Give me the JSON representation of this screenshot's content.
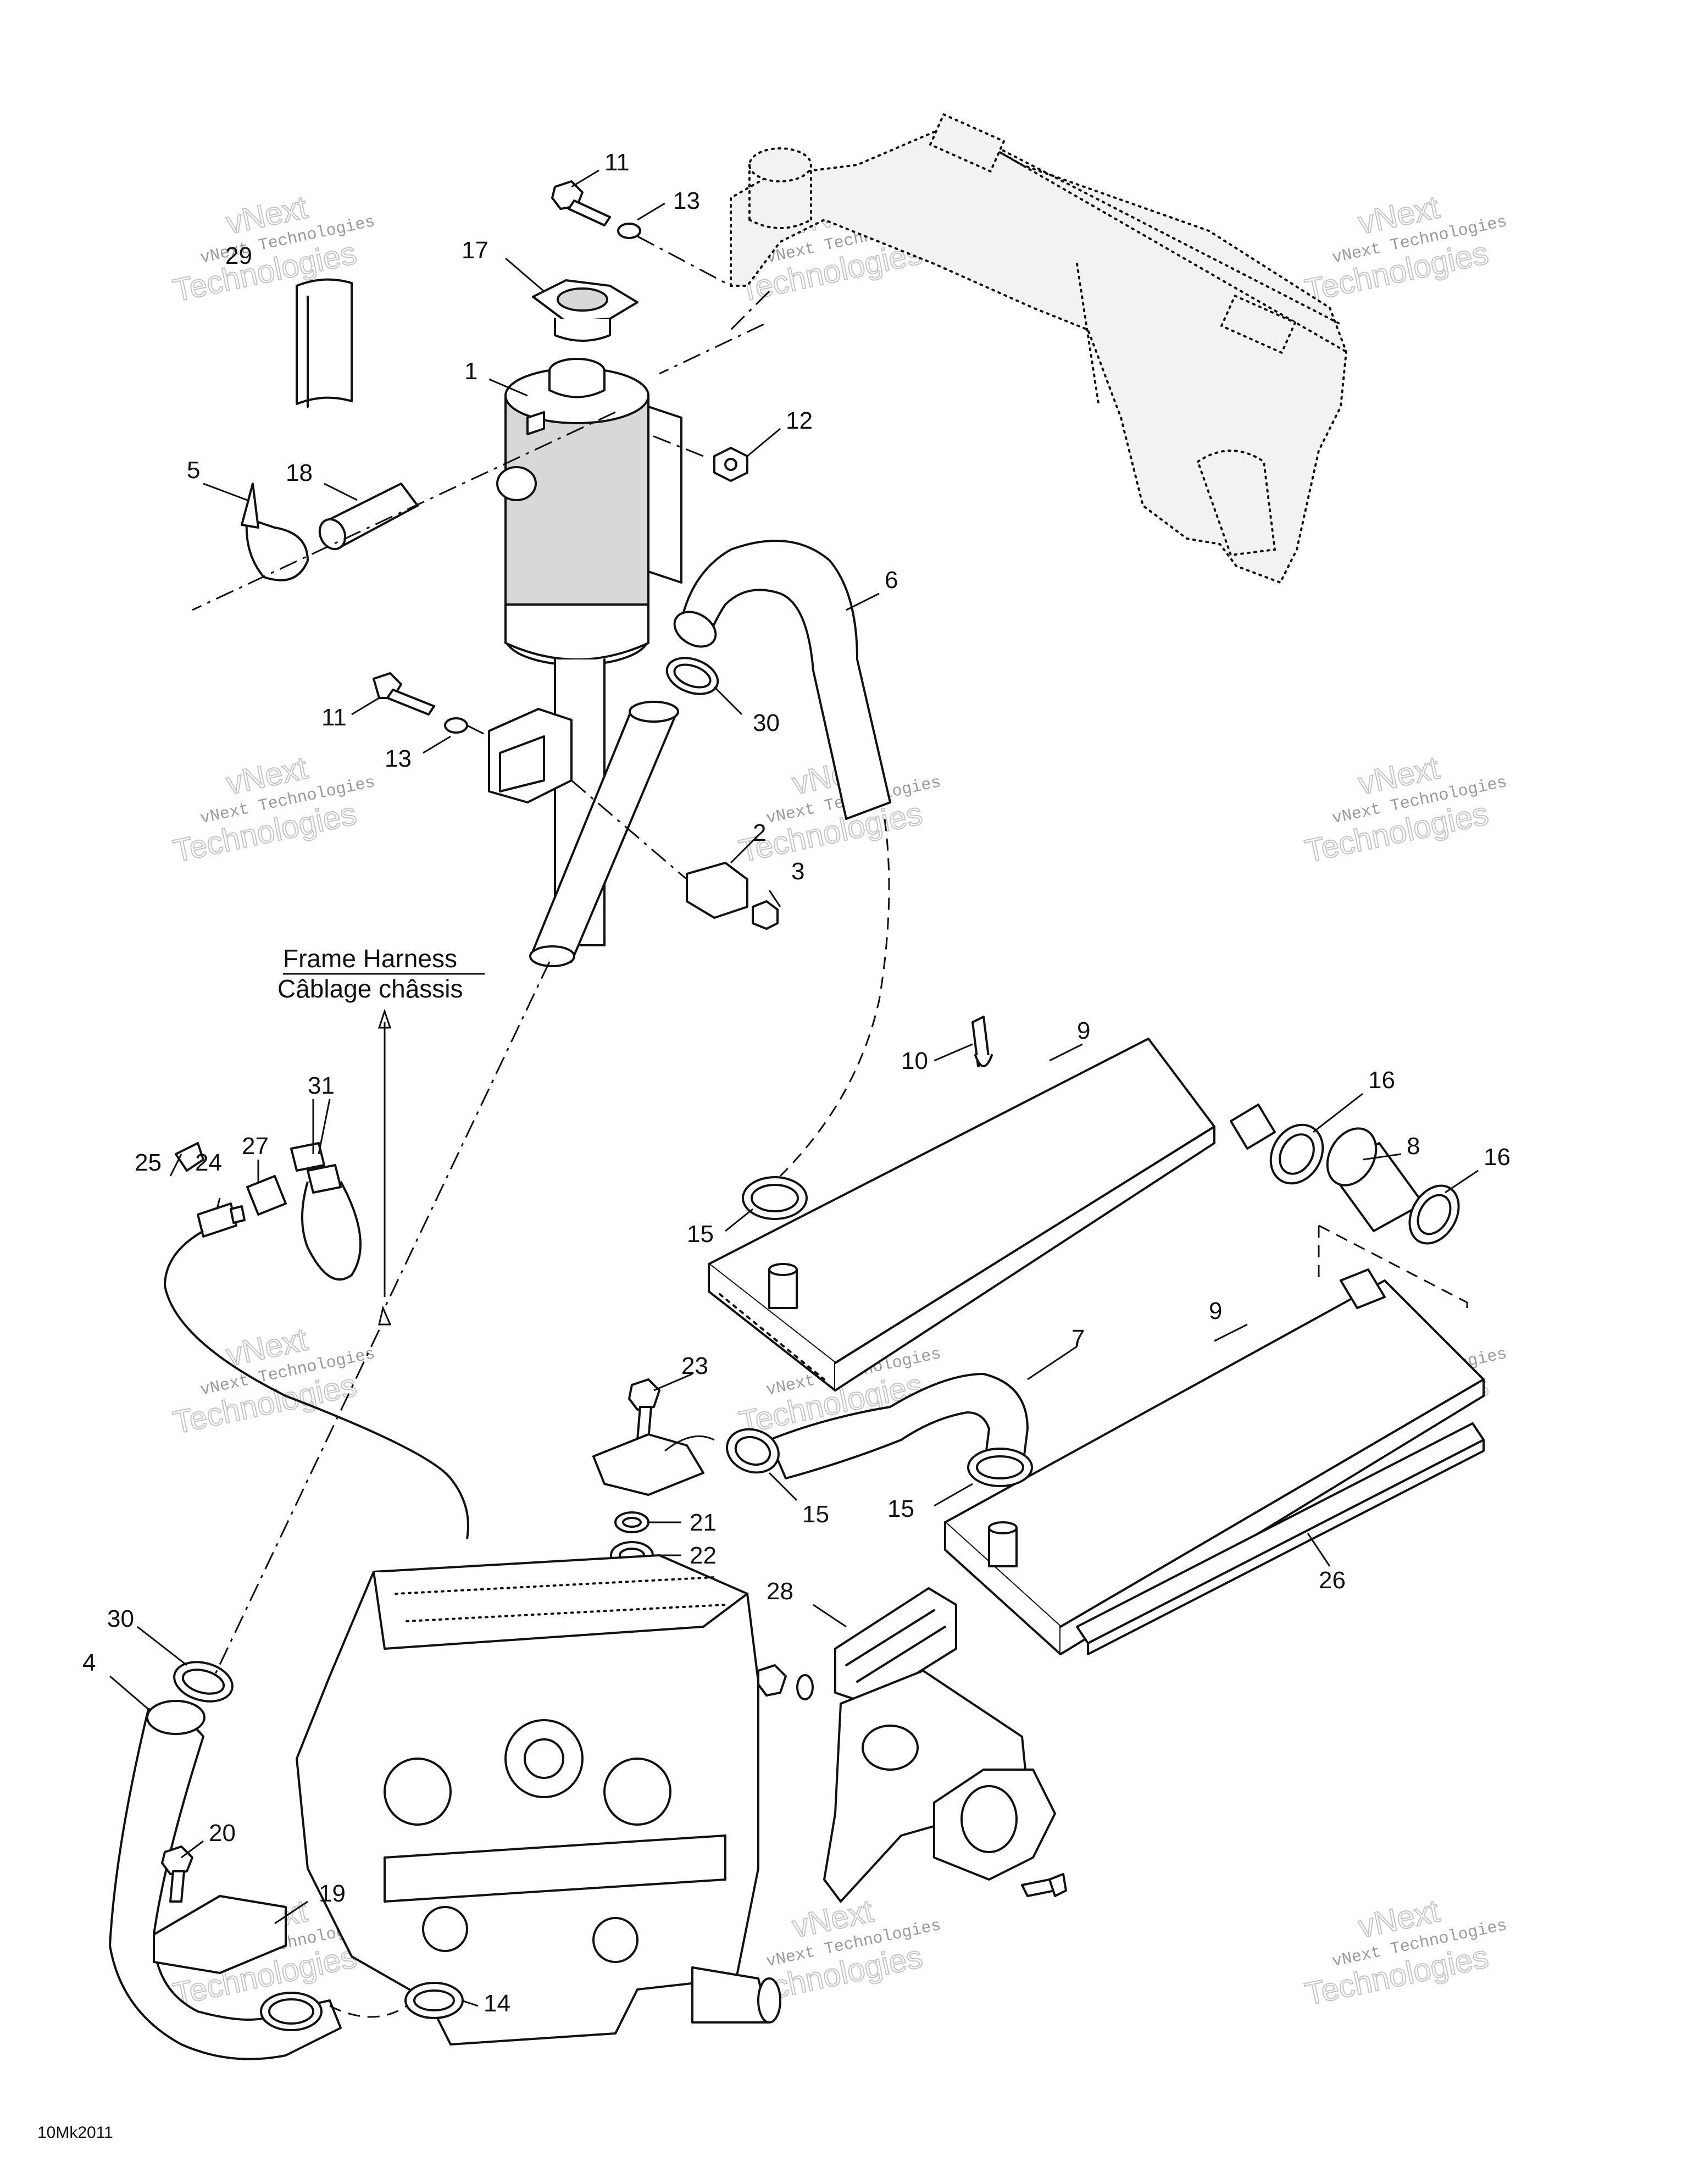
{
  "callouts": {
    "c1": "1",
    "c2": "2",
    "c3": "3",
    "c4": "4",
    "c5": "5",
    "c6": "6",
    "c7": "7",
    "c8": "8",
    "c9a": "9",
    "c9b": "9",
    "c10": "10",
    "c11a": "11",
    "c11b": "11",
    "c12": "12",
    "c13a": "13",
    "c13b": "13",
    "c14": "14",
    "c15a": "15",
    "c15b": "15",
    "c15c": "15",
    "c16a": "16",
    "c16b": "16",
    "c17": "17",
    "c18": "18",
    "c19": "19",
    "c20": "20",
    "c21": "21",
    "c22": "22",
    "c23": "23",
    "c24": "24",
    "c25": "25",
    "c26": "26",
    "c27": "27",
    "c28": "28",
    "c29": "29",
    "c30a": "30",
    "c30b": "30",
    "c31": "31"
  },
  "harness_label": {
    "english": "Frame Harness",
    "french": "Câblage châssis"
  },
  "figure_id": "10Mk2011",
  "watermark": {
    "line1": "vNext Technologies",
    "line2": "vNext",
    "line3": "Technologies"
  },
  "colors": {
    "line": "#111111",
    "watermark": "#c4c4c4",
    "background": "#ffffff"
  }
}
